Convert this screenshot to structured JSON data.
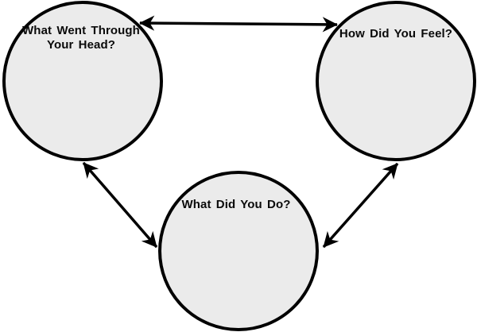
{
  "diagram": {
    "type": "cycle-diagram",
    "nodes": [
      {
        "id": "thoughts",
        "line1": "What Went Through",
        "line2": "Your Head?"
      },
      {
        "id": "feelings",
        "line1": "How Did You Feel?"
      },
      {
        "id": "actions",
        "line1": "What Did You Do?"
      }
    ],
    "connectors": [
      {
        "from": "thoughts",
        "to": "feelings",
        "style": "double-headed-arrow"
      },
      {
        "from": "thoughts",
        "to": "actions",
        "style": "double-headed-arrow"
      },
      {
        "from": "feelings",
        "to": "actions",
        "style": "double-headed-arrow"
      }
    ],
    "colors": {
      "background": "#ffffff",
      "node_fill": "#ebebeb",
      "node_stroke": "#000000",
      "arrow": "#000000",
      "text": "#0a0a0a"
    }
  }
}
